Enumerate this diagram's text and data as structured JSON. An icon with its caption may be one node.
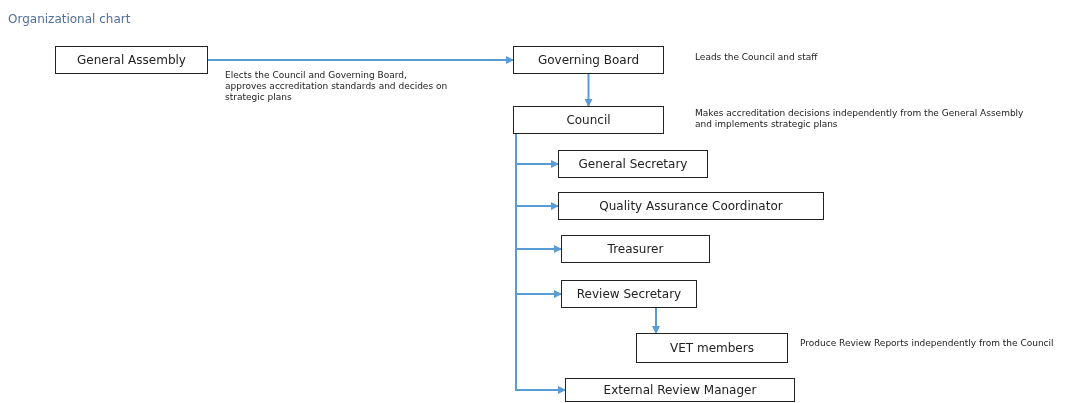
{
  "diagram": {
    "title": "Organizational chart",
    "nodes": [
      {
        "text": [
          "General Assembly"
        ]
      },
      {
        "text": [
          "Governing Board"
        ],
        "beside": [
          "Leads the Council and staff"
        ]
      },
      {
        "text": [
          "Council"
        ],
        "beside": [
          "Makes accreditation decisions independently from the General Assembly and implements strategic plans"
        ]
      },
      {
        "text": [
          "General Secretary"
        ]
      },
      {
        "text": [
          "Quality Assurance Coordinator"
        ]
      },
      {
        "text": [
          "Treasurer"
        ]
      },
      {
        "text": [
          "Review Secretary"
        ]
      },
      {
        "text": [
          "VET members"
        ],
        "beside": [
          "Produce Review Reports independently from the Council"
        ]
      },
      {
        "text": [
          "External Review Manager"
        ]
      }
    ],
    "edges": [
      {
        "from": 0,
        "to": 1,
        "arrow": "to",
        "label": "Elects the Council and Governing Board, approves accreditation standards and decides on strategic plans"
      },
      {
        "from": 1,
        "to": 2,
        "arrow": "to"
      },
      {
        "from": 2,
        "to": 3,
        "arrow": "to"
      },
      {
        "from": 2,
        "to": 4,
        "arrow": "to"
      },
      {
        "from": 2,
        "to": 5,
        "arrow": "to"
      },
      {
        "from": 2,
        "to": 6,
        "arrow": "to"
      },
      {
        "from": 6,
        "to": 7,
        "arrow": "to"
      },
      {
        "from": 2,
        "to": 8,
        "arrow": "to"
      }
    ]
  }
}
